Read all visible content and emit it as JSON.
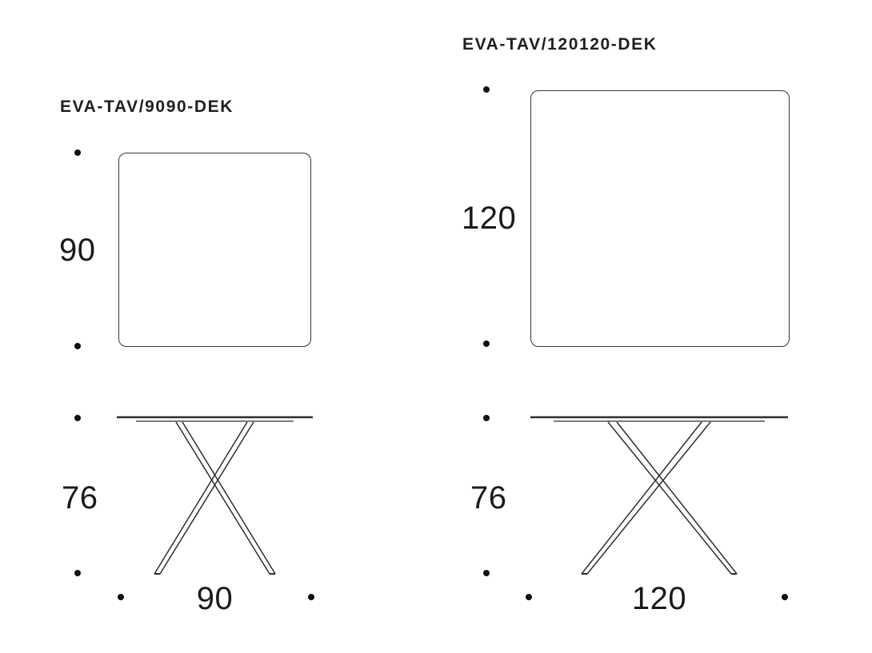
{
  "diagrams": {
    "left": {
      "title": "EVA-TAV/9090-DEK",
      "top_side": "90",
      "height": "76",
      "width": "90"
    },
    "right": {
      "title": "EVA-TAV/120120-DEK",
      "top_side": "120",
      "height": "76",
      "width": "120"
    }
  }
}
